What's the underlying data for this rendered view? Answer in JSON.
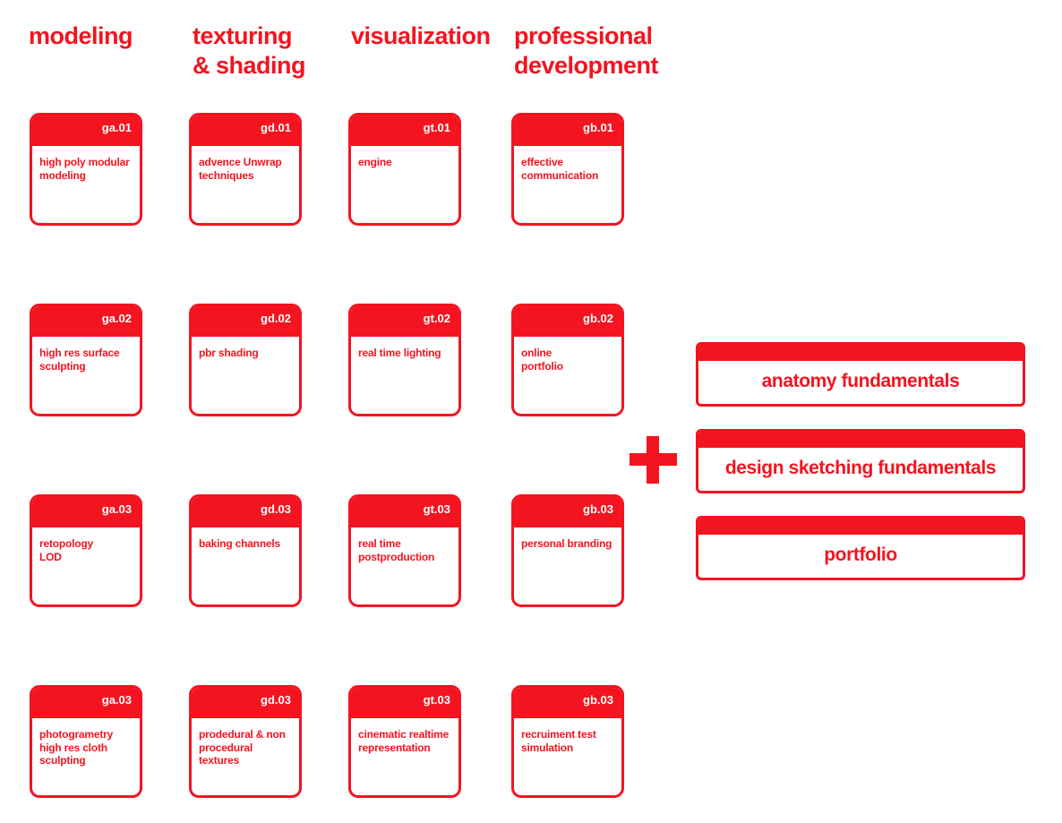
{
  "columns": [
    {
      "title": "modeling"
    },
    {
      "title": "texturing\n& shading"
    },
    {
      "title": "visualization"
    },
    {
      "title": "professional\ndevelopment"
    }
  ],
  "cards": [
    [
      {
        "code": "ga.01",
        "text": "high  poly modular\nmodeling"
      },
      {
        "code": "ga.02",
        "text": "high res surface\nsculpting"
      },
      {
        "code": "ga.03",
        "text": " retopology\n LOD"
      },
      {
        "code": "ga.03",
        "text": " photogrametry\n high res cloth\n sculpting"
      }
    ],
    [
      {
        "code": "gd.01",
        "text": "advence Unwrap\ntechniques"
      },
      {
        "code": "gd.02",
        "text": "pbr shading"
      },
      {
        "code": "gd.03",
        "text": " baking channels"
      },
      {
        "code": "gd.03",
        "text": " prodedural  & non\n procedural\n textures"
      }
    ],
    [
      {
        "code": "gt.01",
        "text": "  engine"
      },
      {
        "code": "gt.02",
        "text": "real time lighting"
      },
      {
        "code": "gt.03",
        "text": "real time\npostproduction"
      },
      {
        "code": "gt.03",
        "text": "cinematic realtime\nrepresentation"
      }
    ],
    [
      {
        "code": "gb.01",
        "text": " effective\n communication"
      },
      {
        "code": "gb.02",
        "text": " online\n portfolio"
      },
      {
        "code": "gb.03",
        "text": "personal branding"
      },
      {
        "code": "gb.03",
        "text": " recruiment test\n simulation"
      }
    ]
  ],
  "extras": [
    {
      "label": "anatomy fundamentals"
    },
    {
      "label": "design sketching fundamentals"
    },
    {
      "label": "portfolio"
    }
  ]
}
